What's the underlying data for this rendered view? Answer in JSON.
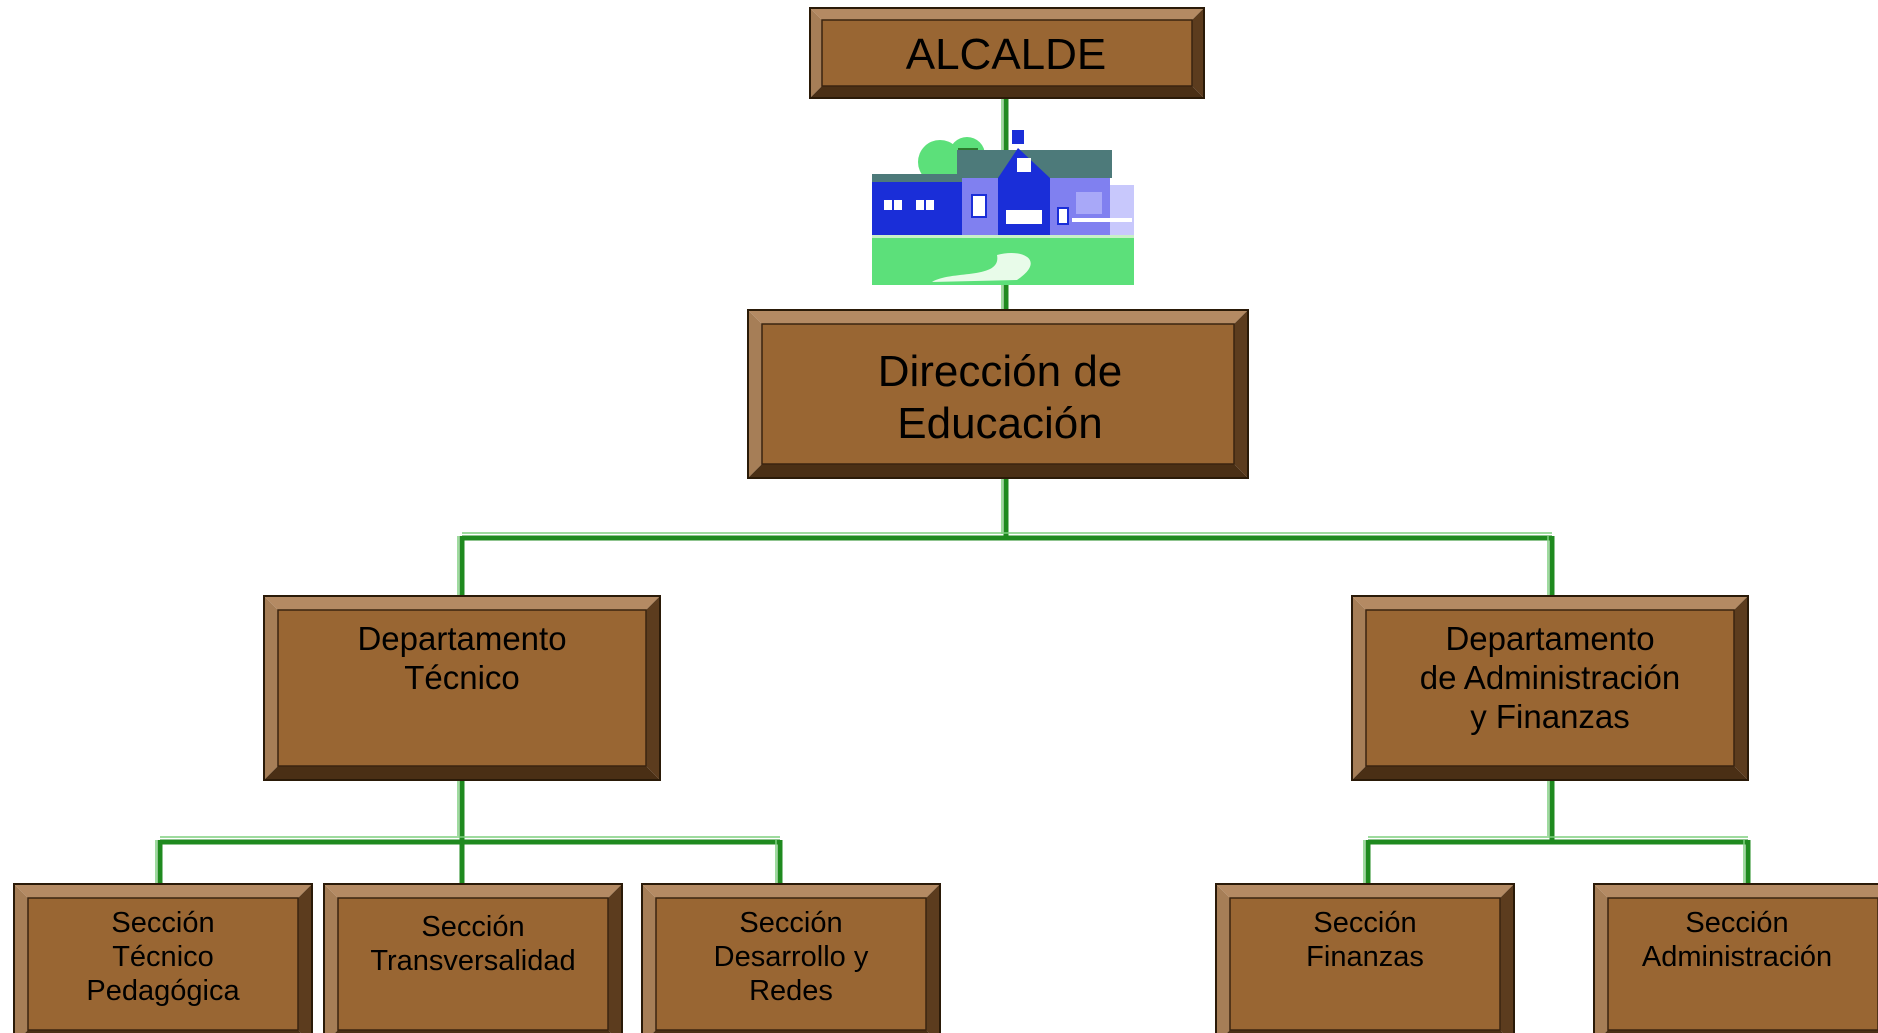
{
  "colors": {
    "box_face": "#996633",
    "connector": "#1f8a1f",
    "background": "#ffffff"
  },
  "icons": {
    "house": "house-icon"
  },
  "nodes": {
    "alcalde": {
      "lines": [
        "ALCALDE"
      ]
    },
    "direccion": {
      "lines": [
        "Dirección de",
        "Educación"
      ]
    },
    "dep_tecnico": {
      "lines": [
        "Departamento",
        "Técnico"
      ]
    },
    "dep_admin": {
      "lines": [
        "Departamento",
        "de Administración",
        "y Finanzas"
      ]
    },
    "sec_tecnico_pedagogica": {
      "lines": [
        "Sección",
        "Técnico",
        "Pedagógica"
      ]
    },
    "sec_transversalidad": {
      "lines": [
        "Sección",
        "Transversalidad"
      ]
    },
    "sec_desarrollo_redes": {
      "lines": [
        "Sección",
        "Desarrollo y",
        "Redes"
      ]
    },
    "sec_finanzas": {
      "lines": [
        "Sección",
        "Finanzas"
      ]
    },
    "sec_administracion": {
      "lines": [
        "Sección",
        "Administración"
      ]
    }
  }
}
